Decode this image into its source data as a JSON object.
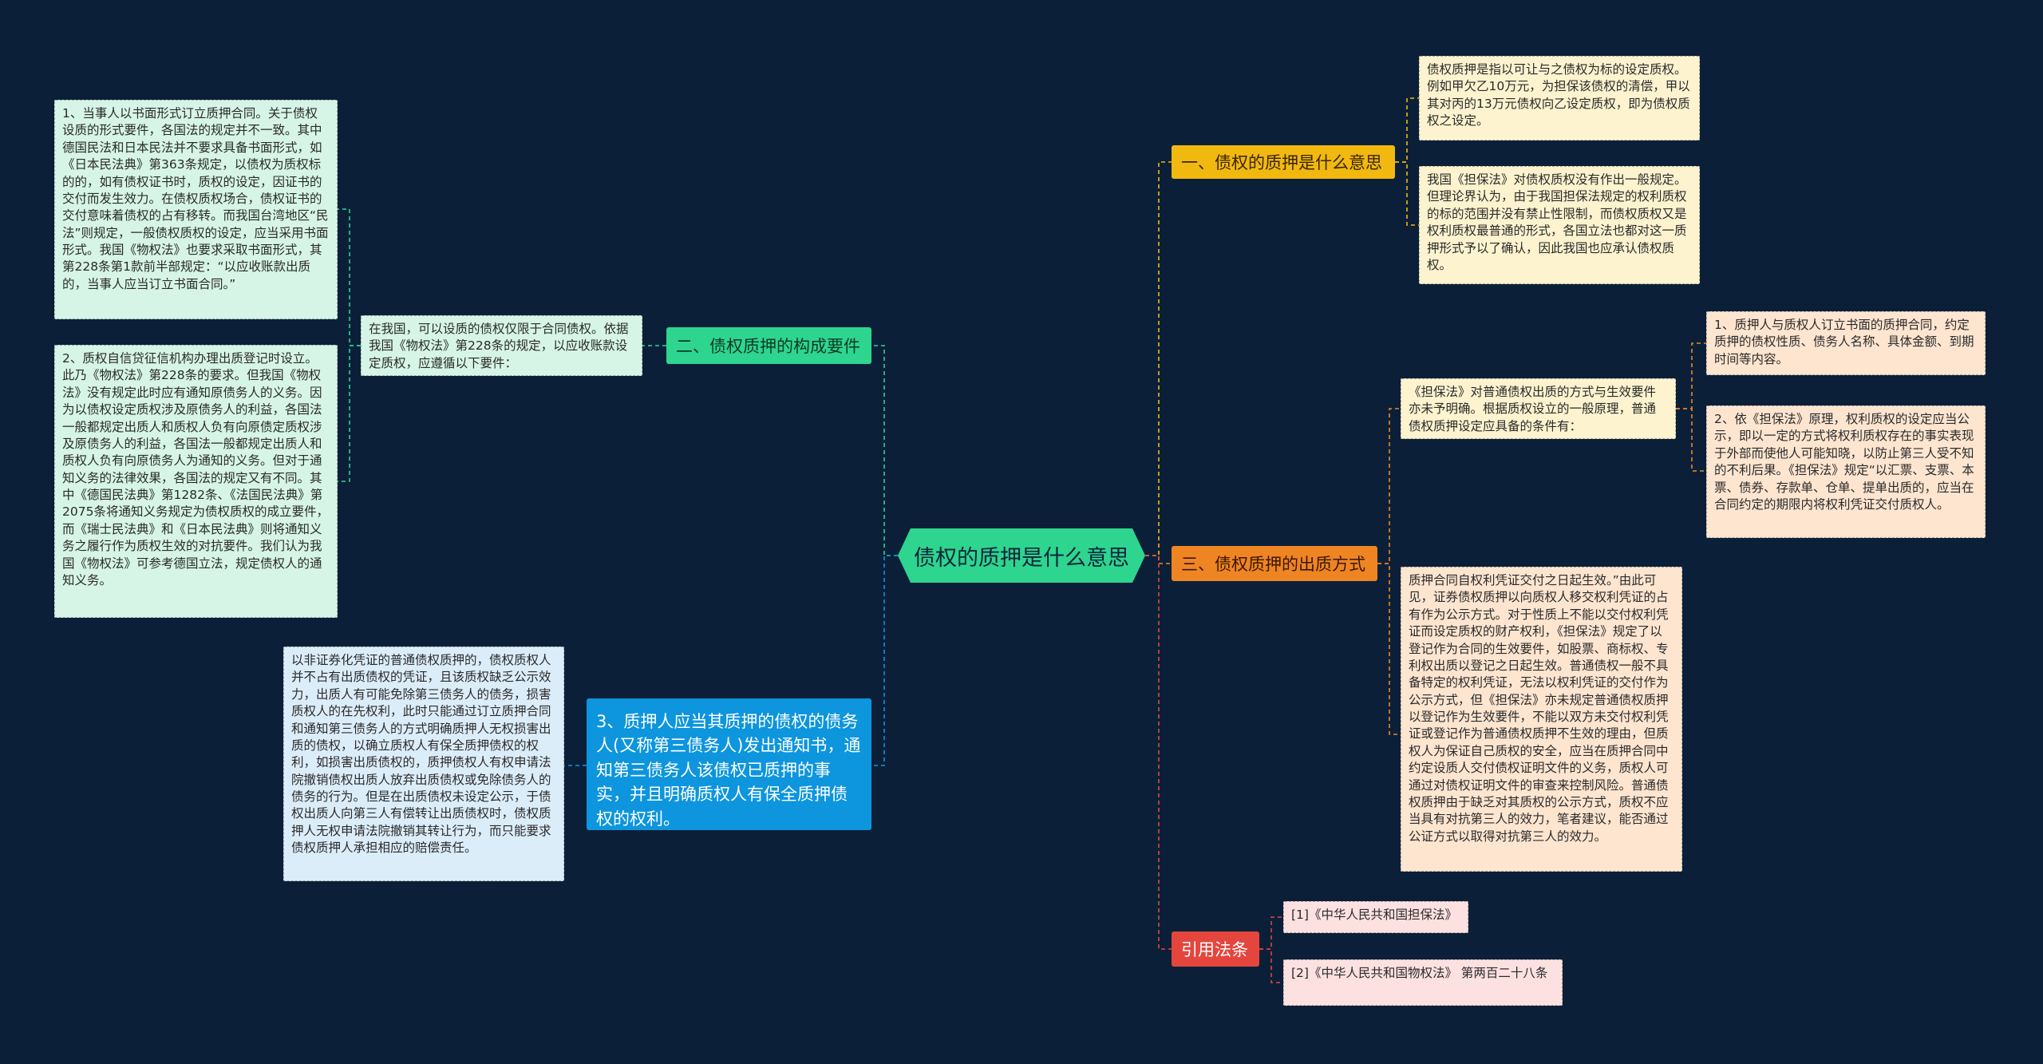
{
  "center": {
    "title": "债权的质押是什么意思"
  },
  "branches": {
    "meaning": {
      "label": "一、债权的质押是什么意思",
      "items": [
        "债权质押是指以可让与之债权为标的设定质权。例如甲欠乙10万元，为担保该债权的清偿，甲以其对丙的13万元债权向乙设定质权，即为债权质权之设定。",
        "我国《担保法》对债权质权没有作出一般规定。但理论界认为，由于我国担保法规定的权利质权的标的范围并没有禁止性限制，而债权质权又是权利质权最普通的形式，各国立法也都对这一质押形式予以了确认，因此我国也应承认债权质权。"
      ]
    },
    "elements": {
      "label": "二、债权质押的构成要件",
      "summary": "在我国，可以设质的债权仅限于合同债权。依据我国《物权法》第228条的规定，以应收账款设定质权，应遵循以下要件：",
      "items": [
        "1、当事人以书面形式订立质押合同。关于债权设质的形式要件，各国法的规定并不一致。其中德国民法和日本民法并不要求具备书面形式，如《日本民法典》第363条规定，以债权为质权标的的，如有债权证书时，质权的设定，因证书的交付而发生效力。在债权质权场合，债权证书的交付意味着债权的占有移转。而我国台湾地区“民法”则规定，一般债权质权的设定，应当采用书面形式。我国《物权法》也要求采取书面形式，其第228条第1款前半部规定：“以应收账款出质的，当事人应当订立书面合同。”",
        "2、质权自信贷征信机构办理出质登记时设立。此乃《物权法》第228条的要求。但我国《物权法》没有规定此时应有通知原债务人的义务。因为以债权设定质权涉及原债务人的利益，各国法一般都规定出质人和质权人负有向原债定质权涉及原债务人的利益，各国法一般都规定出质人和质权人负有向原债务人为通知的义务。但对于通知义务的法律效果，各国法的规定又有不同。其中《德国民法典》第1282条、《法国民法典》第2075条将通知义务规定为债权质权的成立要件，而《瑞士民法典》和《日本民法典》则将通知义务之履行作为质权生效的对抗要件。我们认为我国《物权法》可参考德国立法，规定债权人的通知义务。"
      ]
    },
    "notice": {
      "label": "3、质押人应当其质押的债权的债务人(又称第三债务人)发出通知书，通知第三债务人该债权已质押的事实，并且明确质权人有保全质押债权的权利。",
      "items": [
        "以非证券化凭证的普通债权质押的，债权质权人并不占有出质债权的凭证，且该质权缺乏公示效力，出质人有可能免除第三债务人的债务，损害质权人的在先权利，此时只能通过订立质押合同和通知第三债务人的方式明确质押人无权损害出质的债权，以确立质权人有保全质押债权的权利，如损害出质债权的，质押债权人有权申请法院撤销债权出质人放弃出质债权或免除债务人的债务的行为。但是在出质债权未设定公示，于债权出质人向第三人有偿转让出质债权时，债权质押人无权申请法院撤销其转让行为，而只能要求债权质押人承担相应的赔偿责任。"
      ]
    },
    "method": {
      "label": "三、债权质押的出质方式",
      "summary": "《担保法》对普通债权出质的方式与生效要件亦未予明确。根据质权设立的一般原理，普通债权质押设定应具备的条件有：",
      "conditions": [
        "1、质押人与质权人订立书面的质押合同，约定质押的债权性质、债务人名称、具体金额、到期时间等内容。",
        "2、依《担保法》原理，权利质权的设定应当公示，即以一定的方式将权利质权存在的事实表现于外部而使他人可能知晓，以防止第三人受不知的不利后果。《担保法》规定“以汇票、支票、本票、债券、存款单、仓单、提单出质的，应当在合同约定的期限内将权利凭证交付质权人。"
      ],
      "detail": "质押合同自权利凭证交付之日起生效。”由此可见，证券债权质押以向质权人移交权利凭证的占有作为公示方式。对于性质上不能以交付权利凭证而设定质权的财产权利，《担保法》规定了以登记作为合同的生效要件，如股票、商标权、专利权出质以登记之日起生效。普通债权一般不具备特定的权利凭证，无法以权利凭证的交付作为公示方式，但《担保法》亦未规定普通债权质押以登记作为生效要件，不能以双方未交付权利凭证或登记作为普通债权质押不生效的理由，但质权人为保证自己质权的安全，应当在质押合同中约定设质人交付债权证明文件的义务，质权人可通过对债权证明文件的审查来控制风险。普通债权质押由于缺乏对其质权的公示方式，质权不应当具有对抗第三人的效力，笔者建议，能否通过公证方式以取得对抗第三人的效力。"
    },
    "refs": {
      "label": "引用法条",
      "items": [
        "[1]《中华人民共和国担保法》",
        "[2]《中华人民共和国物权法》 第两百二十八条"
      ]
    }
  },
  "colors": {
    "background": "#0b2038",
    "yellow": "#f1b90f",
    "green": "#2ed58f",
    "orange": "#ef8423",
    "red": "#e4463e",
    "blue": "#0d95de"
  }
}
